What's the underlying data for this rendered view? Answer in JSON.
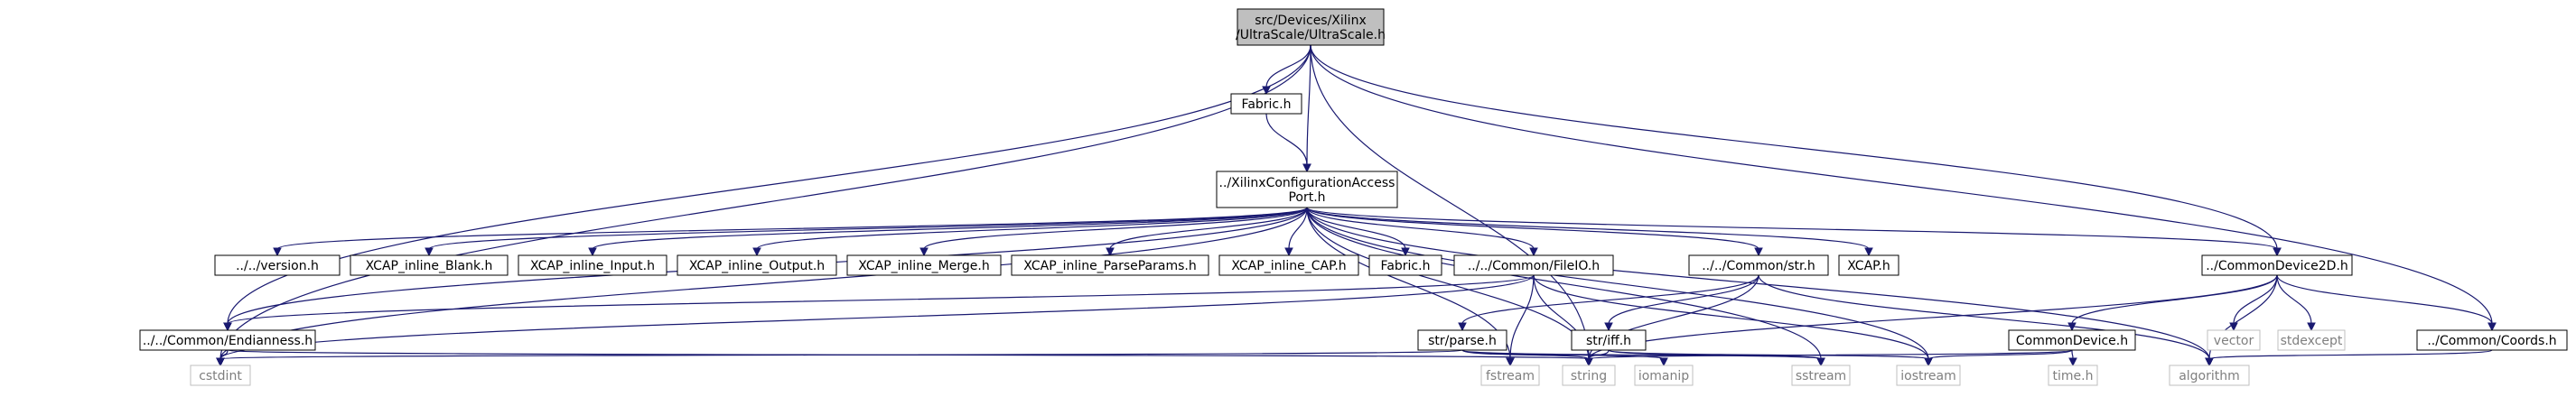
{
  "diagram": {
    "type": "include-dependency-graph",
    "colors": {
      "edge": "#191970",
      "root_fill": "#bfbfbf",
      "node_border": "#000000",
      "system_border": "#bfbfbf",
      "system_text": "#7f7f7f"
    },
    "nodes": [
      {
        "id": "root",
        "label": [
          "src/Devices/Xilinx",
          "/UltraScale/UltraScale.h"
        ],
        "kind": "root"
      },
      {
        "id": "fabric_top",
        "label": [
          "Fabric.h"
        ],
        "kind": "header"
      },
      {
        "id": "xcap",
        "label": [
          "../XilinxConfigurationAccess",
          "Port.h"
        ],
        "kind": "header"
      },
      {
        "id": "version",
        "label": [
          "../../version.h"
        ],
        "kind": "header"
      },
      {
        "id": "blank",
        "label": [
          "XCAP_inline_Blank.h"
        ],
        "kind": "header"
      },
      {
        "id": "input",
        "label": [
          "XCAP_inline_Input.h"
        ],
        "kind": "header"
      },
      {
        "id": "output",
        "label": [
          "XCAP_inline_Output.h"
        ],
        "kind": "header"
      },
      {
        "id": "merge",
        "label": [
          "XCAP_inline_Merge.h"
        ],
        "kind": "header"
      },
      {
        "id": "parseparams",
        "label": [
          "XCAP_inline_ParseParams.h"
        ],
        "kind": "header"
      },
      {
        "id": "cap",
        "label": [
          "XCAP_inline_CAP.h"
        ],
        "kind": "header"
      },
      {
        "id": "fabric_mid",
        "label": [
          "Fabric.h"
        ],
        "kind": "header"
      },
      {
        "id": "fileio",
        "label": [
          "../../Common/FileIO.h"
        ],
        "kind": "header"
      },
      {
        "id": "str",
        "label": [
          "../../Common/str.h"
        ],
        "kind": "header"
      },
      {
        "id": "xcaph",
        "label": [
          "XCAP.h"
        ],
        "kind": "header"
      },
      {
        "id": "cd2d",
        "label": [
          "../CommonDevice2D.h"
        ],
        "kind": "header"
      },
      {
        "id": "endianness",
        "label": [
          "../../Common/Endianness.h"
        ],
        "kind": "header"
      },
      {
        "id": "strparse",
        "label": [
          "str/parse.h"
        ],
        "kind": "header"
      },
      {
        "id": "striff",
        "label": [
          "str/iff.h"
        ],
        "kind": "header"
      },
      {
        "id": "commondevice",
        "label": [
          "CommonDevice.h"
        ],
        "kind": "header"
      },
      {
        "id": "coords",
        "label": [
          "../Common/Coords.h"
        ],
        "kind": "header"
      },
      {
        "id": "cstdint",
        "label": [
          "cstdint"
        ],
        "kind": "system"
      },
      {
        "id": "string",
        "label": [
          "string"
        ],
        "kind": "system"
      },
      {
        "id": "fstream",
        "label": [
          "fstream"
        ],
        "kind": "system"
      },
      {
        "id": "iomanip",
        "label": [
          "iomanip"
        ],
        "kind": "system"
      },
      {
        "id": "sstream",
        "label": [
          "sstream"
        ],
        "kind": "system"
      },
      {
        "id": "iostream",
        "label": [
          "iostream"
        ],
        "kind": "system"
      },
      {
        "id": "time",
        "label": [
          "time.h"
        ],
        "kind": "system"
      },
      {
        "id": "vector",
        "label": [
          "vector"
        ],
        "kind": "system"
      },
      {
        "id": "stdexcept",
        "label": [
          "stdexcept"
        ],
        "kind": "system"
      },
      {
        "id": "algorithm",
        "label": [
          "algorithm"
        ],
        "kind": "system"
      }
    ],
    "edges": [
      [
        "root",
        "fabric_top"
      ],
      [
        "root",
        "xcap"
      ],
      [
        "root",
        "cd2d"
      ],
      [
        "root",
        "coords"
      ],
      [
        "root",
        "endianness"
      ],
      [
        "root",
        "cstdint"
      ],
      [
        "root",
        "string"
      ],
      [
        "fabric_top",
        "xcap"
      ],
      [
        "xcap",
        "version"
      ],
      [
        "xcap",
        "blank"
      ],
      [
        "xcap",
        "input"
      ],
      [
        "xcap",
        "output"
      ],
      [
        "xcap",
        "merge"
      ],
      [
        "xcap",
        "parseparams"
      ],
      [
        "xcap",
        "cap"
      ],
      [
        "xcap",
        "fabric_mid"
      ],
      [
        "xcap",
        "fileio"
      ],
      [
        "xcap",
        "str"
      ],
      [
        "xcap",
        "xcaph"
      ],
      [
        "xcap",
        "cd2d"
      ],
      [
        "xcap",
        "endianness"
      ],
      [
        "xcap",
        "cstdint"
      ],
      [
        "xcap",
        "fstream"
      ],
      [
        "xcap",
        "string"
      ],
      [
        "xcap",
        "sstream"
      ],
      [
        "xcap",
        "iostream"
      ],
      [
        "xcap",
        "algorithm"
      ],
      [
        "fileio",
        "endianness"
      ],
      [
        "fileio",
        "fstream"
      ],
      [
        "fileio",
        "string"
      ],
      [
        "fileio",
        "cstdint"
      ],
      [
        "fileio",
        "iostream"
      ],
      [
        "str",
        "strparse"
      ],
      [
        "str",
        "striff"
      ],
      [
        "str",
        "string"
      ],
      [
        "str",
        "algorithm"
      ],
      [
        "endianness",
        "cstdint"
      ],
      [
        "endianness",
        "string"
      ],
      [
        "strparse",
        "string"
      ],
      [
        "strparse",
        "iomanip"
      ],
      [
        "strparse",
        "sstream"
      ],
      [
        "strparse",
        "cstdint"
      ],
      [
        "striff",
        "string"
      ],
      [
        "striff",
        "sstream"
      ],
      [
        "striff",
        "iostream"
      ],
      [
        "cd2d",
        "commondevice"
      ],
      [
        "cd2d",
        "coords"
      ],
      [
        "cd2d",
        "vector"
      ],
      [
        "cd2d",
        "stdexcept"
      ],
      [
        "cd2d",
        "algorithm"
      ],
      [
        "cd2d",
        "string"
      ],
      [
        "commondevice",
        "string"
      ],
      [
        "commondevice",
        "time"
      ],
      [
        "commondevice",
        "iostream"
      ],
      [
        "coords",
        "algorithm"
      ]
    ]
  }
}
